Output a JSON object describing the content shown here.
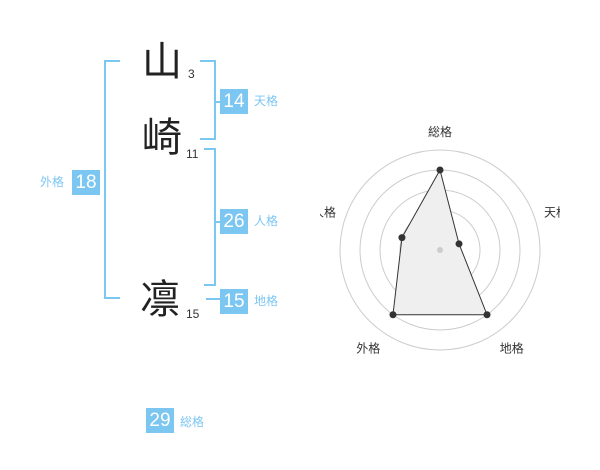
{
  "name": {
    "chars": [
      {
        "char": "山",
        "strokes": "3"
      },
      {
        "char": "崎",
        "strokes": "11"
      },
      {
        "char": "凛",
        "strokes": "15"
      }
    ]
  },
  "fortune": {
    "tenkaku": {
      "value": "14",
      "label": "天格"
    },
    "jinkaku": {
      "value": "26",
      "label": "人格"
    },
    "chikaku": {
      "value": "15",
      "label": "地格"
    },
    "gaikaku": {
      "value": "18",
      "label": "外格"
    },
    "soukaku": {
      "value": "29",
      "label": "総格"
    }
  },
  "colors": {
    "accent": "#7cc6f2",
    "radar_fill": "#efefef",
    "radar_line": "#333333",
    "grid": "#cccccc"
  },
  "chart_data": {
    "type": "radar",
    "axes": [
      "総格",
      "天格",
      "地格",
      "外格",
      "人格"
    ],
    "values": [
      4,
      1,
      4,
      4,
      2
    ],
    "max": 5,
    "rings": 5
  }
}
